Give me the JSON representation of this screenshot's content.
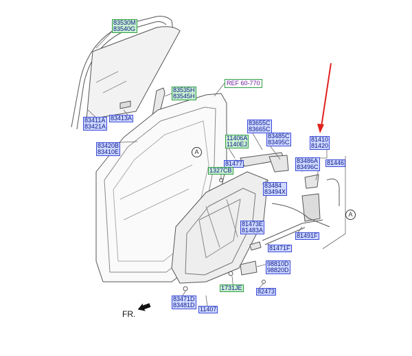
{
  "labels": {
    "p83530": [
      "83530M",
      "83540G"
    ],
    "p83535": [
      "83535H",
      "83545H"
    ],
    "p83411": [
      "83411A",
      "83421A"
    ],
    "p83413": [
      "83413A"
    ],
    "p83420": [
      "83420B",
      "83410E"
    ],
    "p11406": [
      "11406A",
      "1140EJ"
    ],
    "p81477": [
      "81477"
    ],
    "p1327": [
      "1327CB"
    ],
    "p83655": [
      "83655C",
      "83665C"
    ],
    "p83485": [
      "83485C",
      "83495C"
    ],
    "p81410": [
      "81410",
      "81420"
    ],
    "p83486": [
      "83486A",
      "83496C"
    ],
    "p81446": [
      "81446"
    ],
    "p83484": [
      "83484",
      "83494X"
    ],
    "p81473": [
      "81473E",
      "81483A"
    ],
    "p81491": [
      "81491F"
    ],
    "p81471": [
      "81471F"
    ],
    "p98810": [
      "98810D",
      "98820D"
    ],
    "p1731": [
      "1731JE"
    ],
    "p82473": [
      "82473"
    ],
    "p83471": [
      "83471D",
      "83481D"
    ],
    "p11407": [
      "11407"
    ]
  },
  "ref_label": "REF 60-770",
  "callouts": {
    "a1": "A",
    "a2": "A"
  },
  "fr_label": "FR.",
  "colors": {
    "part_blue": "#cfd8ff",
    "part_green": "#c9f1cf",
    "arrow_red": "#e0201c"
  },
  "icons": {
    "front_arrow": "solid-arrow-pointing-left-down"
  }
}
